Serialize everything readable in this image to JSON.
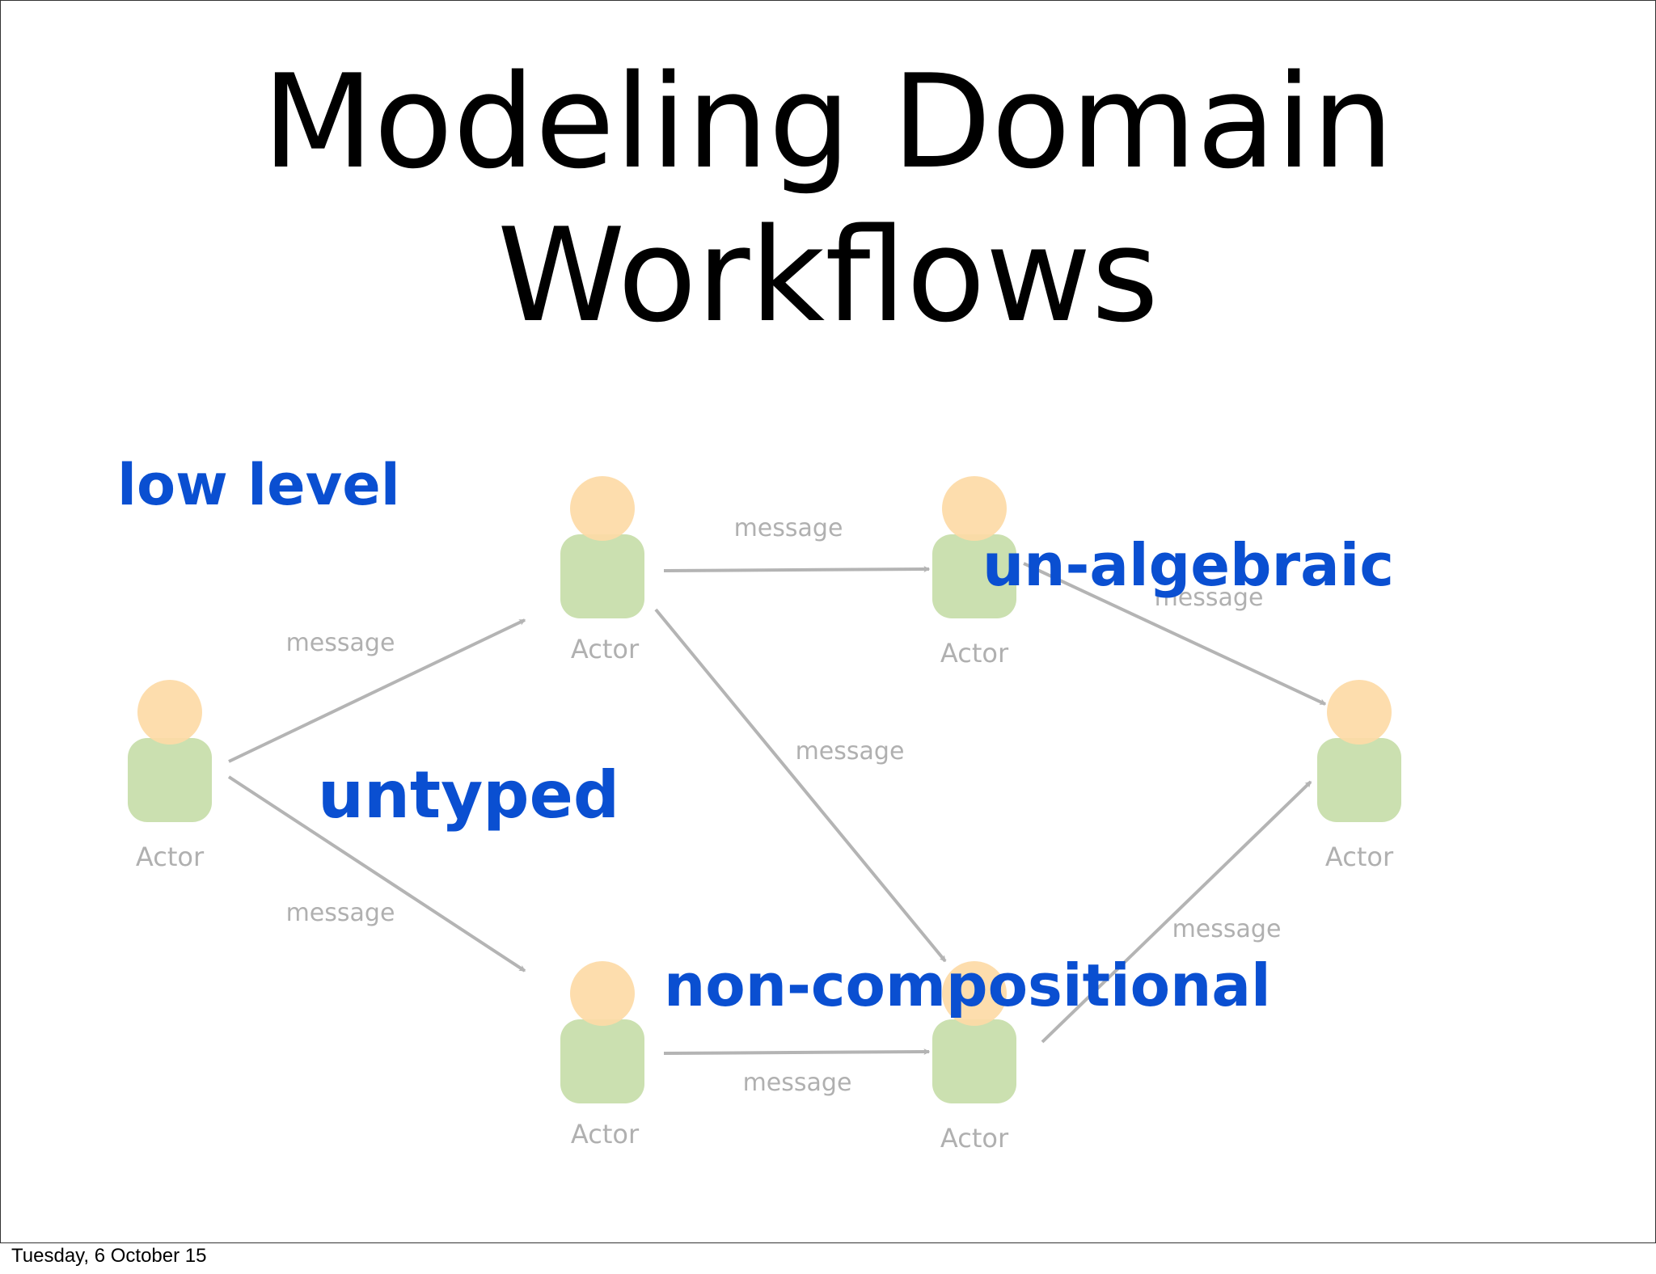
{
  "slide": {
    "title_lines": [
      "Modeling Domain",
      "Workflows"
    ],
    "footer_date": "Tuesday, 6 October 15"
  },
  "diagram": {
    "actor_label": "Actor",
    "message_label": "message",
    "actor_head_color": "#fddaa6",
    "actor_body_color": "#cbe0b0",
    "arrow_color": "#b4b4b4"
  },
  "annotations": {
    "low_level": "low level",
    "untyped": "untyped",
    "un_algebraic": "un-algebraic",
    "non_compositional": "non-compositional",
    "color": "#0a4fd1"
  }
}
